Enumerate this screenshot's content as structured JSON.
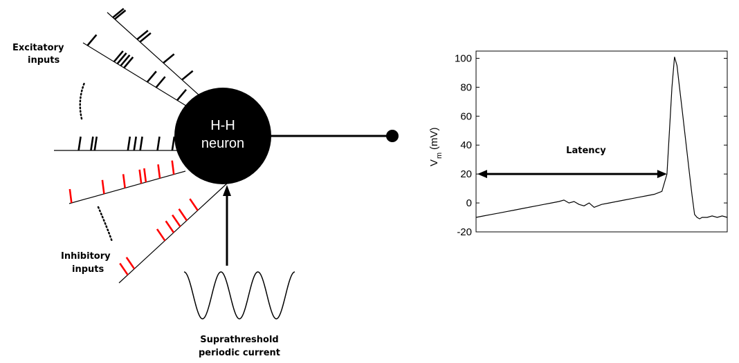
{
  "labels": {
    "excitatory": [
      "Excitatory",
      "inputs"
    ],
    "inhibitory": [
      "Inhibitory",
      "inputs"
    ],
    "neuron": [
      "H-H",
      "neuron"
    ],
    "current": [
      "Suprathreshold",
      "periodic current"
    ],
    "latency": "Latency"
  },
  "colors": {
    "excitatory": "#000000",
    "inhibitory": "#ff0000",
    "neuron": "#000000",
    "trace": "#000000"
  },
  "chart_data": {
    "type": "line",
    "ylabel": "V",
    "ylabel_sub": "m",
    "ylabel_unit": "(mV)",
    "xlabel": "",
    "xlim": [
      0,
      100
    ],
    "ylim": [
      -20,
      105
    ],
    "yticks": [
      -20,
      0,
      20,
      40,
      60,
      80,
      100
    ],
    "grid": false,
    "series": [
      {
        "x": [
          0,
          3,
          6,
          9,
          12,
          15,
          18,
          21,
          24,
          27,
          30,
          33,
          35,
          37,
          39,
          41,
          43,
          45,
          47,
          50,
          53,
          56,
          59,
          62,
          65,
          68,
          71,
          74,
          76,
          77,
          78,
          79,
          80,
          81,
          82,
          83,
          84,
          85,
          86,
          87,
          88,
          89,
          90,
          92,
          94,
          96,
          98,
          100
        ],
        "y": [
          -10,
          -9,
          -8,
          -7,
          -6,
          -5,
          -4,
          -3,
          -2,
          -1,
          0,
          1,
          2,
          0,
          1,
          -1,
          -2,
          0,
          -3,
          -1,
          0,
          1,
          2,
          3,
          4,
          5,
          6,
          8,
          20,
          50,
          80,
          101,
          95,
          80,
          65,
          50,
          35,
          20,
          5,
          -8,
          -10,
          -11,
          -10,
          -10,
          -9,
          -10,
          -9,
          -10
        ]
      }
    ],
    "annotations": [
      {
        "text": "Latency",
        "arrow_y": 20,
        "x_from": 0,
        "x_to": 76
      }
    ]
  }
}
